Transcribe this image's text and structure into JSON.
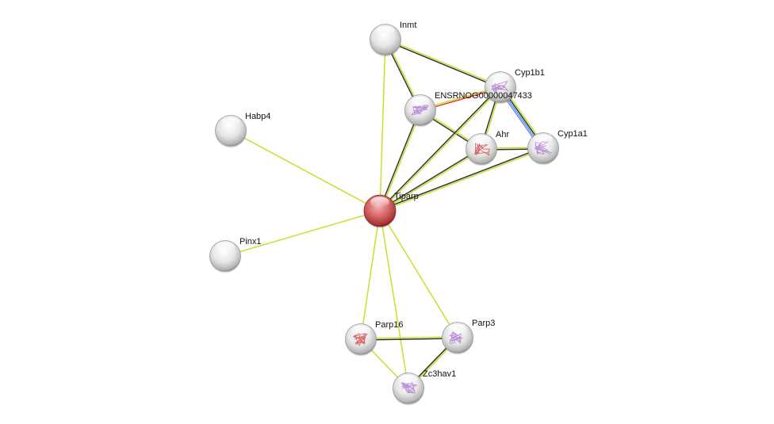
{
  "network": {
    "query_node": "Tiparp",
    "colors": {
      "query_node": "#c94a4a",
      "node": "#dcdcdc",
      "textmining": "#c7e02c",
      "coexpression": "#333333",
      "experiments": "#e8343c",
      "database": "#3fa9e0",
      "homology": "#8a7fe8"
    },
    "nodes": [
      {
        "id": "Inmt",
        "label": "Inmt",
        "structure": false
      },
      {
        "id": "Cyp1b1",
        "label": "Cyp1b1",
        "structure": true,
        "structure_color": "#b07fd0"
      },
      {
        "id": "ENSRNOG00000047433",
        "label": "ENSRNOG00000047433",
        "structure": true,
        "structure_color": "#b07fd0"
      },
      {
        "id": "Ahr",
        "label": "Ahr",
        "structure": true,
        "structure_color": "#d05050"
      },
      {
        "id": "Cyp1a1",
        "label": "Cyp1a1",
        "structure": true,
        "structure_color": "#b07fd0"
      },
      {
        "id": "Habp4",
        "label": "Habp4",
        "structure": false
      },
      {
        "id": "Tiparp",
        "label": "Tiparp",
        "structure": false,
        "query": true
      },
      {
        "id": "Pinx1",
        "label": "Pinx1",
        "structure": false
      },
      {
        "id": "Parp16",
        "label": "Parp16",
        "structure": true,
        "structure_color": "#d05050"
      },
      {
        "id": "Parp3",
        "label": "Parp3",
        "structure": true,
        "structure_color": "#b07fd0"
      },
      {
        "id": "Zc3hav1",
        "label": "Zc3hav1",
        "structure": true,
        "structure_color": "#b07fd0"
      }
    ],
    "edges": [
      {
        "source": "Inmt",
        "target": "Cyp1b1",
        "evidence": [
          "textmining",
          "coexpression"
        ]
      },
      {
        "source": "Inmt",
        "target": "ENSRNOG00000047433",
        "evidence": [
          "textmining",
          "coexpression"
        ]
      },
      {
        "source": "Inmt",
        "target": "Tiparp",
        "evidence": [
          "textmining"
        ]
      },
      {
        "source": "ENSRNOG00000047433",
        "target": "Cyp1b1",
        "evidence": [
          "textmining",
          "experiments"
        ]
      },
      {
        "source": "ENSRNOG00000047433",
        "target": "Ahr",
        "evidence": [
          "textmining",
          "coexpression"
        ]
      },
      {
        "source": "ENSRNOG00000047433",
        "target": "Tiparp",
        "evidence": [
          "textmining",
          "coexpression"
        ]
      },
      {
        "source": "Cyp1b1",
        "target": "Ahr",
        "evidence": [
          "textmining",
          "coexpression"
        ]
      },
      {
        "source": "Cyp1b1",
        "target": "Cyp1a1",
        "evidence": [
          "textmining",
          "coexpression",
          "database",
          "homology"
        ]
      },
      {
        "source": "Cyp1b1",
        "target": "Tiparp",
        "evidence": [
          "textmining",
          "coexpression"
        ]
      },
      {
        "source": "Ahr",
        "target": "Cyp1a1",
        "evidence": [
          "textmining",
          "coexpression"
        ]
      },
      {
        "source": "Ahr",
        "target": "Tiparp",
        "evidence": [
          "textmining",
          "coexpression"
        ]
      },
      {
        "source": "Cyp1a1",
        "target": "Tiparp",
        "evidence": [
          "textmining",
          "coexpression"
        ]
      },
      {
        "source": "Habp4",
        "target": "Tiparp",
        "evidence": [
          "textmining"
        ]
      },
      {
        "source": "Pinx1",
        "target": "Tiparp",
        "evidence": [
          "textmining"
        ]
      },
      {
        "source": "Tiparp",
        "target": "Parp16",
        "evidence": [
          "textmining"
        ]
      },
      {
        "source": "Tiparp",
        "target": "Parp3",
        "evidence": [
          "textmining"
        ]
      },
      {
        "source": "Tiparp",
        "target": "Zc3hav1",
        "evidence": [
          "textmining"
        ]
      },
      {
        "source": "Parp16",
        "target": "Parp3",
        "evidence": [
          "textmining",
          "coexpression"
        ]
      },
      {
        "source": "Parp16",
        "target": "Zc3hav1",
        "evidence": [
          "textmining"
        ]
      },
      {
        "source": "Parp3",
        "target": "Zc3hav1",
        "evidence": [
          "textmining",
          "coexpression"
        ]
      }
    ]
  }
}
